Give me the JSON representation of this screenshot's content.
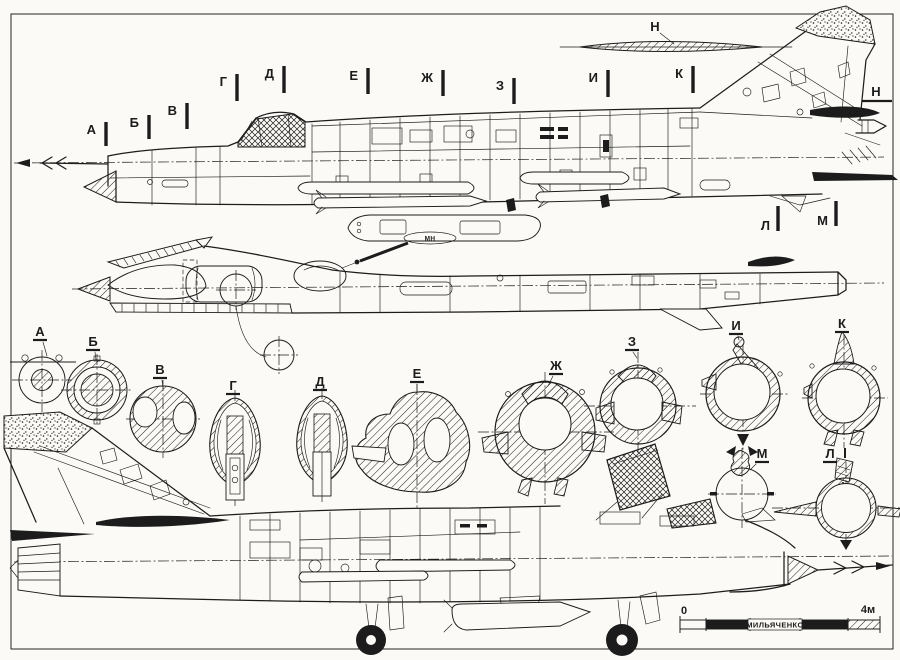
{
  "palette": {
    "ink": "#1c1c1c",
    "paper": "#fbfaf6"
  },
  "side_view": {
    "section_markers": [
      "А",
      "Б",
      "В",
      "Г",
      "Д",
      "Е",
      "Ж",
      "З",
      "И",
      "К"
    ],
    "tail_section_markers": [
      "Л",
      "М"
    ],
    "airfoil_section_label": "Н",
    "fin_section_label": "Н"
  },
  "plan_view": {
    "pod_label": "МН"
  },
  "sections": {
    "row_labels": [
      "А",
      "Б",
      "В",
      "Г",
      "Д",
      "Е",
      "Ж",
      "З",
      "И",
      "К"
    ],
    "lower_labels": [
      "М",
      "Л"
    ]
  },
  "scale_bar": {
    "min": "0",
    "max": "4м",
    "signature": "МИЛЬЯЧЕНКО"
  }
}
